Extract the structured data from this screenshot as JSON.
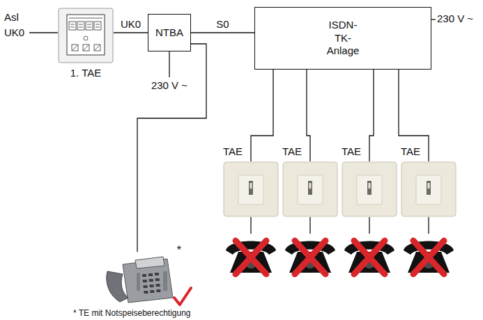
{
  "diagram": {
    "nodes": [
      {
        "text": [
          "1. TAE"
        ]
      },
      {
        "text": [
          "NTBA"
        ]
      },
      {
        "text": [
          "ISDN- TK- Anlage"
        ]
      },
      {
        "text": [
          "TAE"
        ]
      },
      {
        "text": [
          "TAE"
        ]
      },
      {
        "text": [
          "TAE"
        ]
      },
      {
        "text": [
          "TAE"
        ]
      },
      {
        "text": [
          "*"
        ]
      }
    ],
    "edges": [
      {
        "from": 0,
        "to": 1,
        "label": "UK0",
        "arrow": "none"
      },
      {
        "from": 1,
        "to": 2,
        "label": "S0",
        "arrow": "none"
      },
      {
        "from": 2,
        "to": 3,
        "arrow": "none"
      },
      {
        "from": 2,
        "to": 4,
        "arrow": "none"
      },
      {
        "from": 2,
        "to": 5,
        "arrow": "none"
      },
      {
        "from": 2,
        "to": 6,
        "arrow": "none"
      },
      {
        "from": 1,
        "to": 7,
        "arrow": "none"
      }
    ],
    "labels": [
      "Asl",
      "UK0",
      "230 V ~",
      "230 V ~",
      "* TE mit Notspeiseberechtigung"
    ]
  }
}
